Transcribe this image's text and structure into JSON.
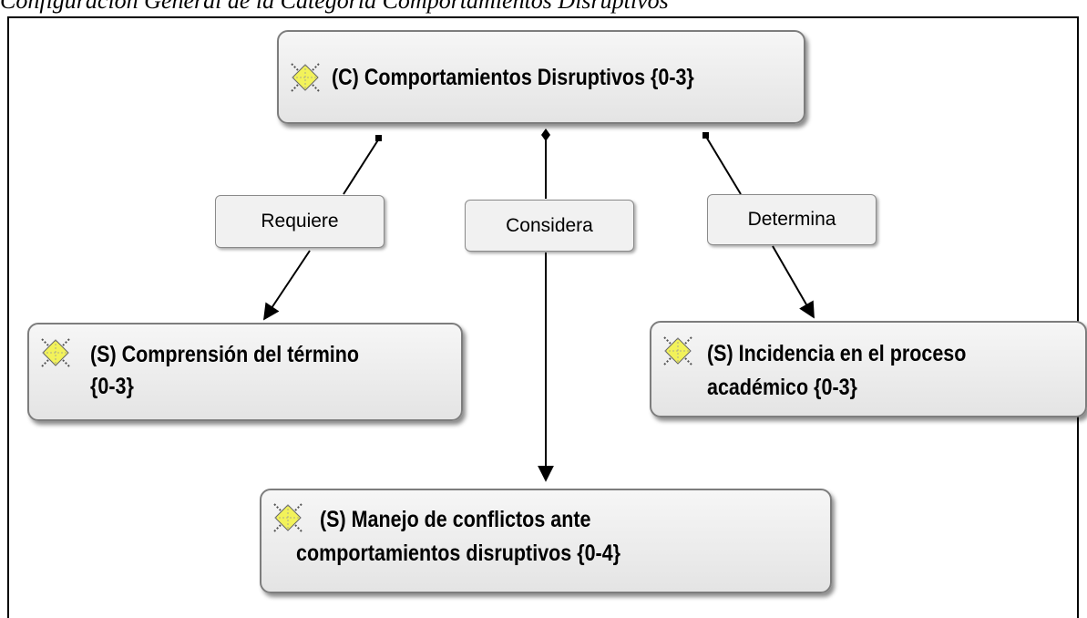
{
  "caption": "Configuración General de la Categoría Comportamientos Disruptivos",
  "nodes": {
    "main": {
      "lines": [
        "(C)  Comportamientos Disruptivos {0-3}"
      ],
      "icon": "code-diamond-icon"
    },
    "comprension": {
      "lines": [
        "(S) Comprensión del término",
        "{0-3}"
      ],
      "icon": "code-diamond-icon"
    },
    "incidencia": {
      "lines": [
        "(S) Incidencia en el proceso",
        "académico {0-3}"
      ],
      "icon": "code-diamond-icon"
    },
    "manejo": {
      "lines": [
        "(S) Manejo de conflictos ante",
        "comportamientos disruptivos {0-4}"
      ],
      "icon": "code-diamond-icon"
    }
  },
  "links": {
    "requiere": "Requiere",
    "considera": "Considera",
    "determina": "Determina"
  },
  "colors": {
    "icon_fill": "#f2f25a",
    "node_border": "#7d7d7d"
  }
}
